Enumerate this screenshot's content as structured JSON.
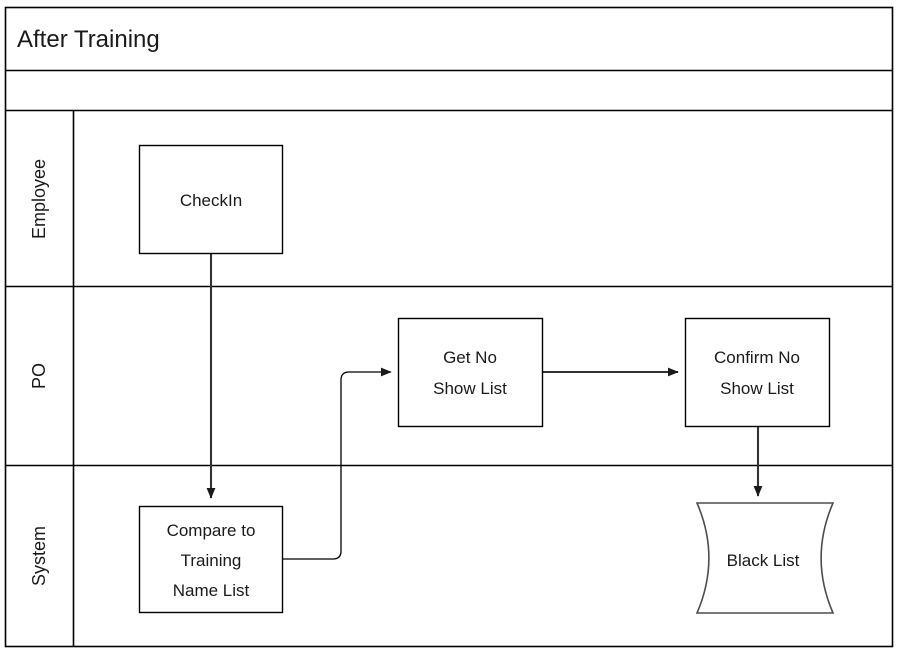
{
  "pool": {
    "title": "After Training",
    "header_band_label": ""
  },
  "lanes": [
    {
      "id": "employee",
      "label": "Employee"
    },
    {
      "id": "po",
      "label": "PO"
    },
    {
      "id": "system",
      "label": "System"
    }
  ],
  "nodes": [
    {
      "id": "checkin",
      "lane": "employee",
      "type": "task",
      "label": "CheckIn",
      "lines": [
        "CheckIn"
      ]
    },
    {
      "id": "compare-training-name-list",
      "lane": "system",
      "type": "task",
      "label": "Compare to Training Name List",
      "lines": [
        "Compare to",
        "Training",
        "Name List"
      ]
    },
    {
      "id": "get-no-show-list",
      "lane": "po",
      "type": "task",
      "label": "Get No Show List",
      "lines": [
        "Get No",
        "Show List"
      ]
    },
    {
      "id": "confirm-no-show-list",
      "lane": "po",
      "type": "task",
      "label": "Confirm No Show List",
      "lines": [
        "Confirm No",
        "Show List"
      ]
    },
    {
      "id": "black-list",
      "lane": "system",
      "type": "data-store",
      "label": "Black List",
      "lines": [
        "Black List"
      ]
    }
  ],
  "flows": [
    {
      "id": "checkin-to-compare",
      "from": "checkin",
      "to": "compare-training-name-list",
      "label": ""
    },
    {
      "id": "compare-to-get-no-show",
      "from": "compare-training-name-list",
      "to": "get-no-show-list",
      "label": ""
    },
    {
      "id": "get-to-confirm",
      "from": "get-no-show-list",
      "to": "confirm-no-show-list",
      "label": ""
    },
    {
      "id": "confirm-to-black-list",
      "from": "confirm-no-show-list",
      "to": "black-list",
      "label": ""
    }
  ],
  "colors": {
    "background": "#ffffff",
    "stroke": "#000000",
    "text": "#1a1a1a",
    "flow": "#333333",
    "store_stroke": "#4d4d4d"
  }
}
